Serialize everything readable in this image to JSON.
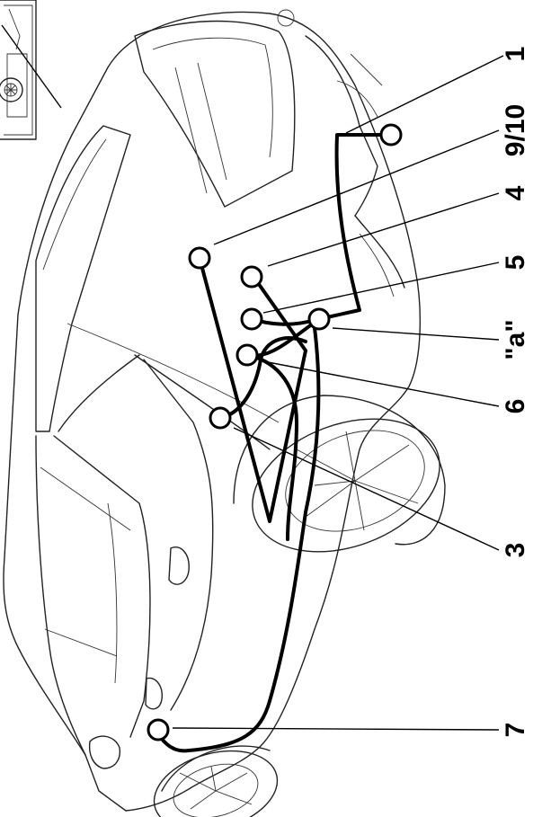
{
  "callouts": {
    "c1": "1",
    "c9_10": "9/10",
    "c4": "4",
    "c5": "5",
    "ca": "\"a\"",
    "c6": "6",
    "c3": "3",
    "c7": "7"
  },
  "colors": {
    "line": "#000000",
    "background": "#ffffff"
  }
}
